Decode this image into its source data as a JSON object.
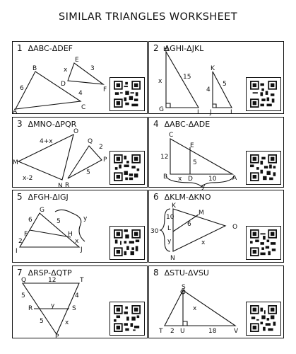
{
  "title": "SIMILAR TRIANGLES WORKSHEET",
  "problems": [
    {
      "number": "1",
      "statement": "ΔABC-ΔDEF",
      "labels": {
        "B": "B",
        "A": "A",
        "C": "C",
        "six": "6",
        "E": "E",
        "D": "D",
        "F": "F",
        "x": "x",
        "three": "3",
        "four": "4"
      }
    },
    {
      "number": "2",
      "statement": "ΔGHI-ΔJKL",
      "labels": {
        "H": "H",
        "x": "x",
        "fifteen": "15",
        "G": "G",
        "I": "I",
        "K": "K",
        "four": "4",
        "five": "5",
        "J": "J",
        "L": "L"
      }
    },
    {
      "number": "3",
      "statement": "ΔMNO-ΔPQR",
      "labels": {
        "O": "O",
        "fourplusx": "4+x",
        "M": "M",
        "xminus2": "x-2",
        "N": "N",
        "Q": "Q",
        "two": "2",
        "P": "P",
        "five": "5",
        "R": "R"
      }
    },
    {
      "number": "4",
      "statement": "ΔABC-ΔADE",
      "labels": {
        "C": "C",
        "twelve": "12",
        "E": "E",
        "five": "5",
        "B": "B",
        "x": "x",
        "D": "D",
        "ten": "10",
        "A": "A",
        "y": "y"
      }
    },
    {
      "number": "5",
      "statement": "ΔFGH-ΔIGJ",
      "labels": {
        "G": "G",
        "six": "6",
        "five": "5",
        "F": "F",
        "H": "H",
        "two": "2",
        "x": "x",
        "I": "I",
        "J": "J",
        "y": "y"
      }
    },
    {
      "number": "6",
      "statement": "ΔKLM-ΔKNO",
      "labels": {
        "K": "K",
        "M": "M",
        "ten": "10",
        "L": "L",
        "six": "6",
        "O": "O",
        "thirty": "30",
        "y": "y",
        "N": "N",
        "x": "x"
      }
    },
    {
      "number": "7",
      "statement": "ΔRSP-ΔQTP",
      "labels": {
        "Q": "Q",
        "twelve": "12",
        "T": "T",
        "fiveL": "5",
        "fourR": "4",
        "R": "R",
        "y": "y",
        "S": "S",
        "fiveB": "5",
        "x": "x",
        "P": "P"
      }
    },
    {
      "number": "8",
      "statement": "ΔSTU-ΔVSU",
      "labels": {
        "S": "S",
        "x": "x",
        "T": "T",
        "two": "2",
        "U": "U",
        "eighteen": "18",
        "V": "V"
      }
    }
  ]
}
